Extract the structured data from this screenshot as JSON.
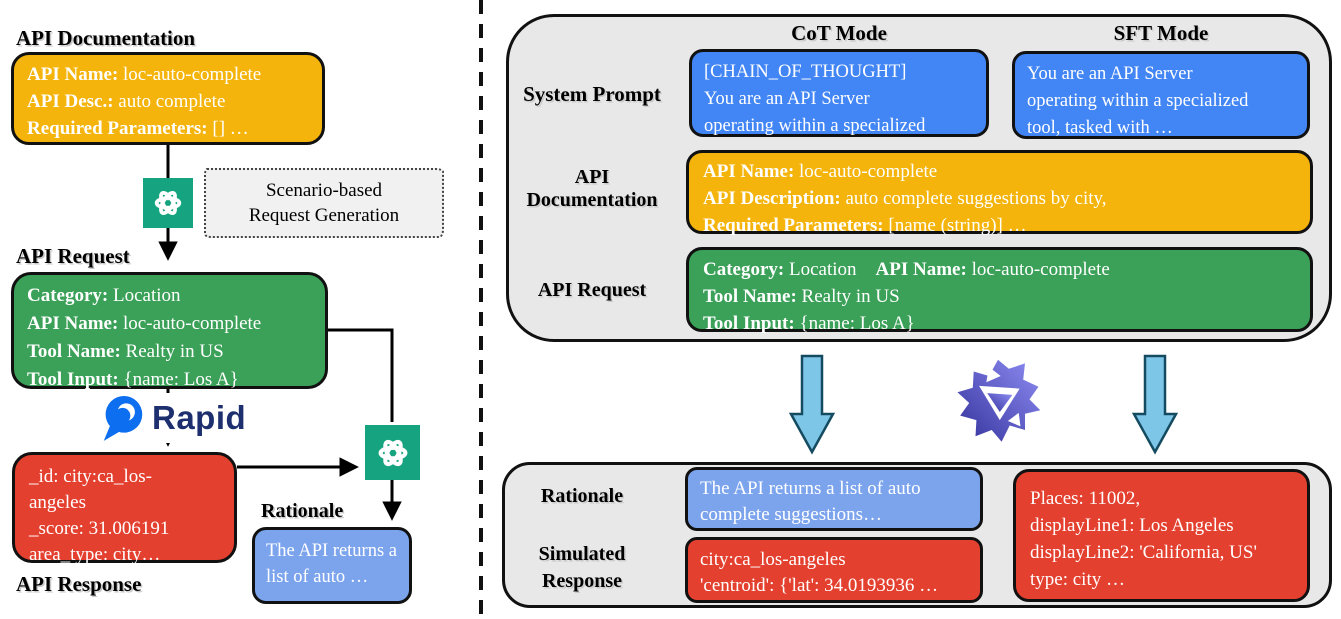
{
  "colors": {
    "yellow_box": "#F4B40B",
    "green_box": "#3BA158",
    "red_box": "#E4402F",
    "strong_blue_box": "#4285F4",
    "light_blue_box": "#7CA4ED",
    "gray_container": "#E8E8E8",
    "openai_teal": "#16A37F",
    "rapid_blue": "#0D6EF0",
    "rapid_navy": "#1D2F6F",
    "qwen_purple_dark": "#33319B",
    "qwen_purple_light": "#8F8EF4",
    "block_arrow_fill": "#7EC6E8",
    "block_arrow_stroke": "#154B61"
  },
  "icons": {
    "openai": "openai-logo",
    "rapidapi": "rapidapi-logo",
    "qwen": "qwen-logo",
    "down_block_arrow": "down-arrow"
  },
  "left": {
    "doc_heading": "API Documentation",
    "doc_box": {
      "l1b": "API Name:",
      "l1v": " loc-auto-complete",
      "l2b": "API Desc.:",
      "l2v": " auto complete",
      "l3b": "Required Parameters:",
      "l3v": " [] …"
    },
    "scenario_note_line1": "Scenario-based",
    "scenario_note_line2": "Request Generation",
    "request_heading": "API Request",
    "request_box": {
      "l1b": "Category:",
      "l1v": " Location",
      "l2b": "API Name:",
      "l2v": " loc-auto-complete",
      "l3b": "Tool Name:",
      "l3v": " Realty in US",
      "l4b": "Tool Input:",
      "l4v": " {name: Los A}"
    },
    "rapid_wordmark": "Rapid",
    "response_box_lines": [
      "_id: city:ca_los-",
      "angeles",
      "_score: 31.006191",
      "area_type: city…"
    ],
    "response_heading": "API Response",
    "rationale_heading": "Rationale",
    "rationale_box_lines": [
      "The API returns a",
      "list of auto …"
    ]
  },
  "right": {
    "cot_mode_heading": "CoT Mode",
    "sft_mode_heading": "SFT Mode",
    "system_prompt_label": "System Prompt",
    "cot_prompt_lines": [
      "[CHAIN_OF_THOUGHT]",
      "You are an API Server",
      "operating within a specialized"
    ],
    "sft_prompt_lines": [
      "You are an API Server",
      "operating within a specialized",
      "tool, tasked with …"
    ],
    "api_doc_label_line1": "API",
    "api_doc_label_line2": "Documentation",
    "doc_box": {
      "l1b": "API Name:",
      "l1v": " loc-auto-complete",
      "l2b": "API Description:",
      "l2v": " auto complete suggestions by city,",
      "l3b": "Required Parameters:",
      "l3v": " [name (string)] …"
    },
    "api_request_label": "API Request",
    "request_box": {
      "l1b1": "Category:",
      "l1v1": " Location    ",
      "l1b2": "API Name:",
      "l1v2": " loc-auto-complete",
      "l2b": "Tool Name:",
      "l2v": " Realty in US",
      "l3b": "Tool Input:",
      "l3v": " {name: Los A}"
    },
    "rationale_label": "Rationale",
    "rationale_box_lines": [
      "The API returns a list of auto",
      "complete suggestions…"
    ],
    "simulated_label_line1": "Simulated",
    "simulated_label_line2": "Response",
    "simulated_box_lines": [
      "city:ca_los-angeles",
      "'centroid': {'lat': 34.0193936 …"
    ],
    "sft_response_box_lines": [
      "Places: 11002,",
      "displayLine1: Los Angeles",
      "displayLine2: 'California, US'",
      "type: city …"
    ]
  }
}
